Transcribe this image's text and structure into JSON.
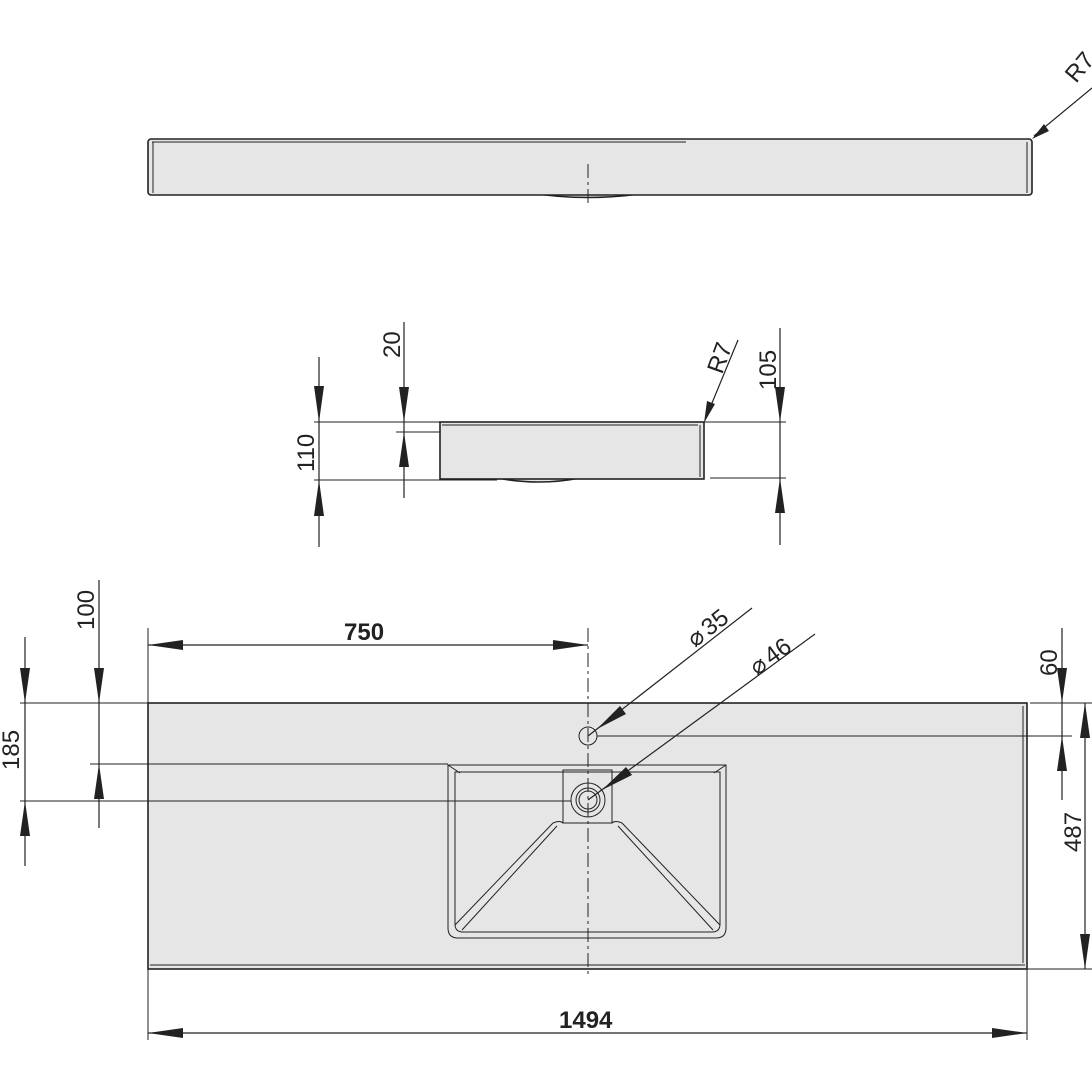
{
  "dimensions": {
    "top_corner_radius": "R7",
    "side_top_thickness": "20",
    "side_corner_radius": "R7",
    "side_height_right": "105",
    "side_height_left": "110",
    "plan_offset_100": "100",
    "plan_center_750": "750",
    "tap_hole_diameter": "35",
    "drain_diameter": "46",
    "plan_offset_60": "60",
    "plan_offset_185": "185",
    "plan_depth_487": "487",
    "plan_length_1494": "1494"
  },
  "symbols": {
    "diameter": "⌀"
  },
  "colors": {
    "line": "#222222",
    "fill": "#e6e6e6",
    "background": "#ffffff"
  }
}
